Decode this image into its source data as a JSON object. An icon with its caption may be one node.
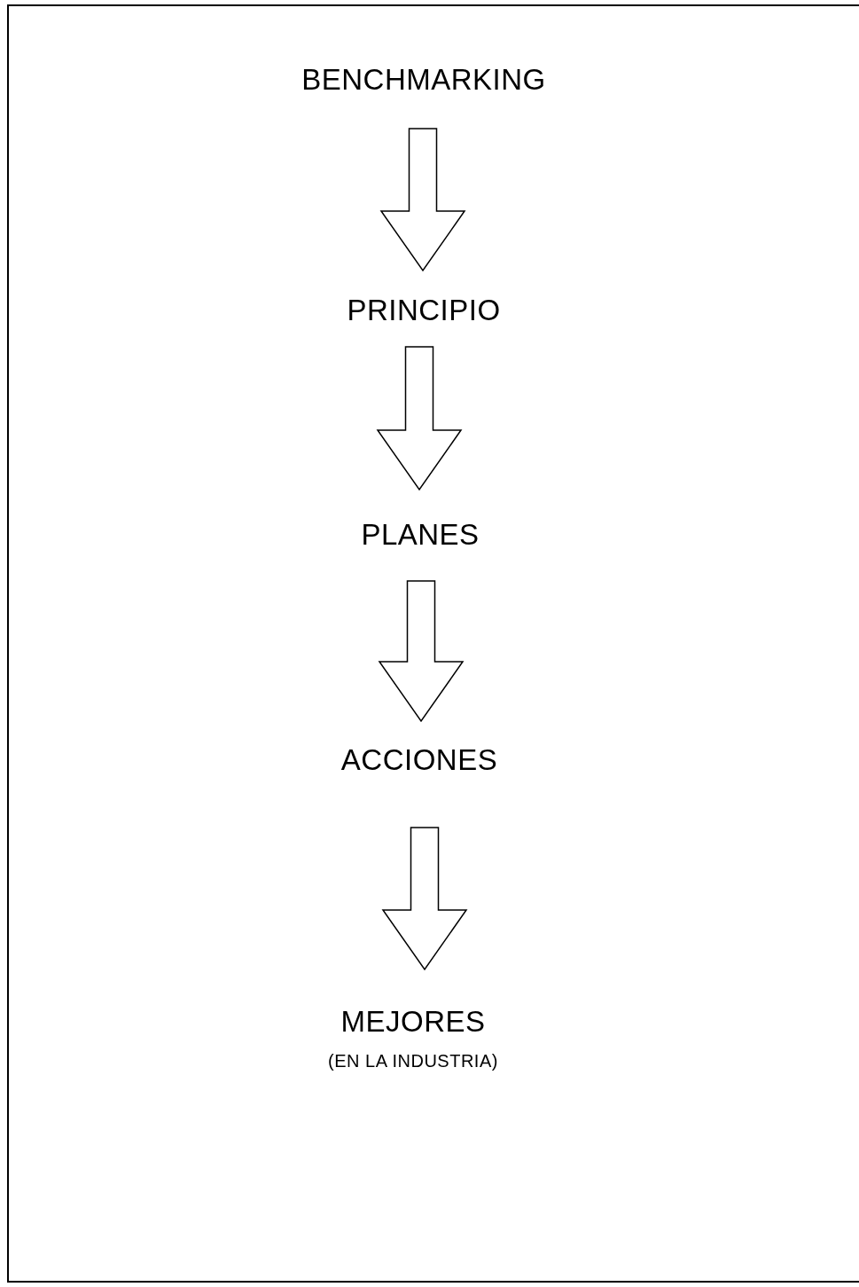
{
  "diagram": {
    "nodes": [
      {
        "text": [
          "BENCHMARKING"
        ]
      },
      {
        "text": [
          "PRINCIPIO"
        ]
      },
      {
        "text": [
          "PLANES"
        ]
      },
      {
        "text": [
          "ACCIONES"
        ]
      },
      {
        "text": [
          "MEJORES",
          "(EN LA INDUSTRIA)"
        ]
      }
    ],
    "edges": [
      {
        "from": 0,
        "to": 1,
        "arrow": "to"
      },
      {
        "from": 1,
        "to": 2,
        "arrow": "to"
      },
      {
        "from": 2,
        "to": 3,
        "arrow": "to"
      },
      {
        "from": 3,
        "to": 4,
        "arrow": "to"
      }
    ]
  }
}
